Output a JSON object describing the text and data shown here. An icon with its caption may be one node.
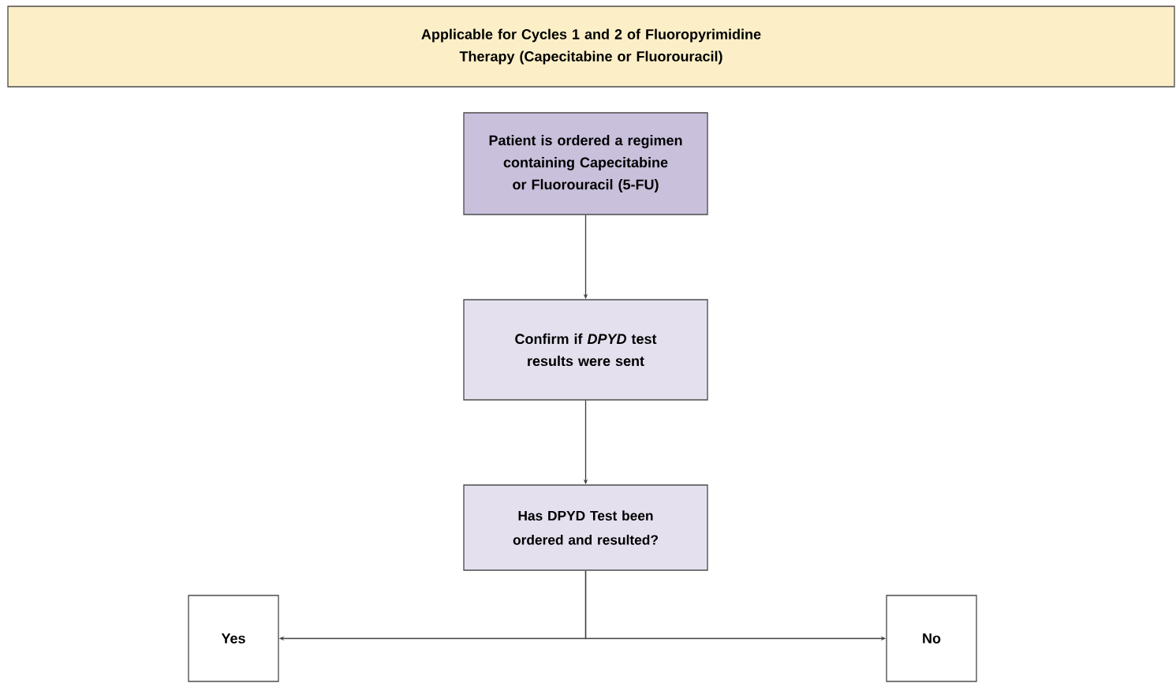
{
  "diagram": {
    "nodes": [
      {
        "text": [
          "Applicable for Cycles 1 and 2 of Fluoropyrimidine Therapy (Capecitabine or Fluorouracil)"
        ]
      },
      {
        "text": [
          "Patient is ordered a regimen containing Capecitabine or Fluorouracil (5-FU)"
        ]
      },
      {
        "text": [
          "Confirm if *DPYD* test results were sent"
        ]
      },
      {
        "text": [
          "Has DPYD Test been ordered and resulted?"
        ]
      },
      {
        "text": [
          "Yes"
        ]
      },
      {
        "text": [
          "No"
        ]
      }
    ],
    "edges": [
      {
        "from": 1,
        "to": 2,
        "arrow": "to"
      },
      {
        "from": 2,
        "to": 3,
        "arrow": "to"
      },
      {
        "from": 3,
        "to": 4,
        "arrow": "to"
      },
      {
        "from": 3,
        "to": 5,
        "arrow": "to"
      }
    ]
  }
}
